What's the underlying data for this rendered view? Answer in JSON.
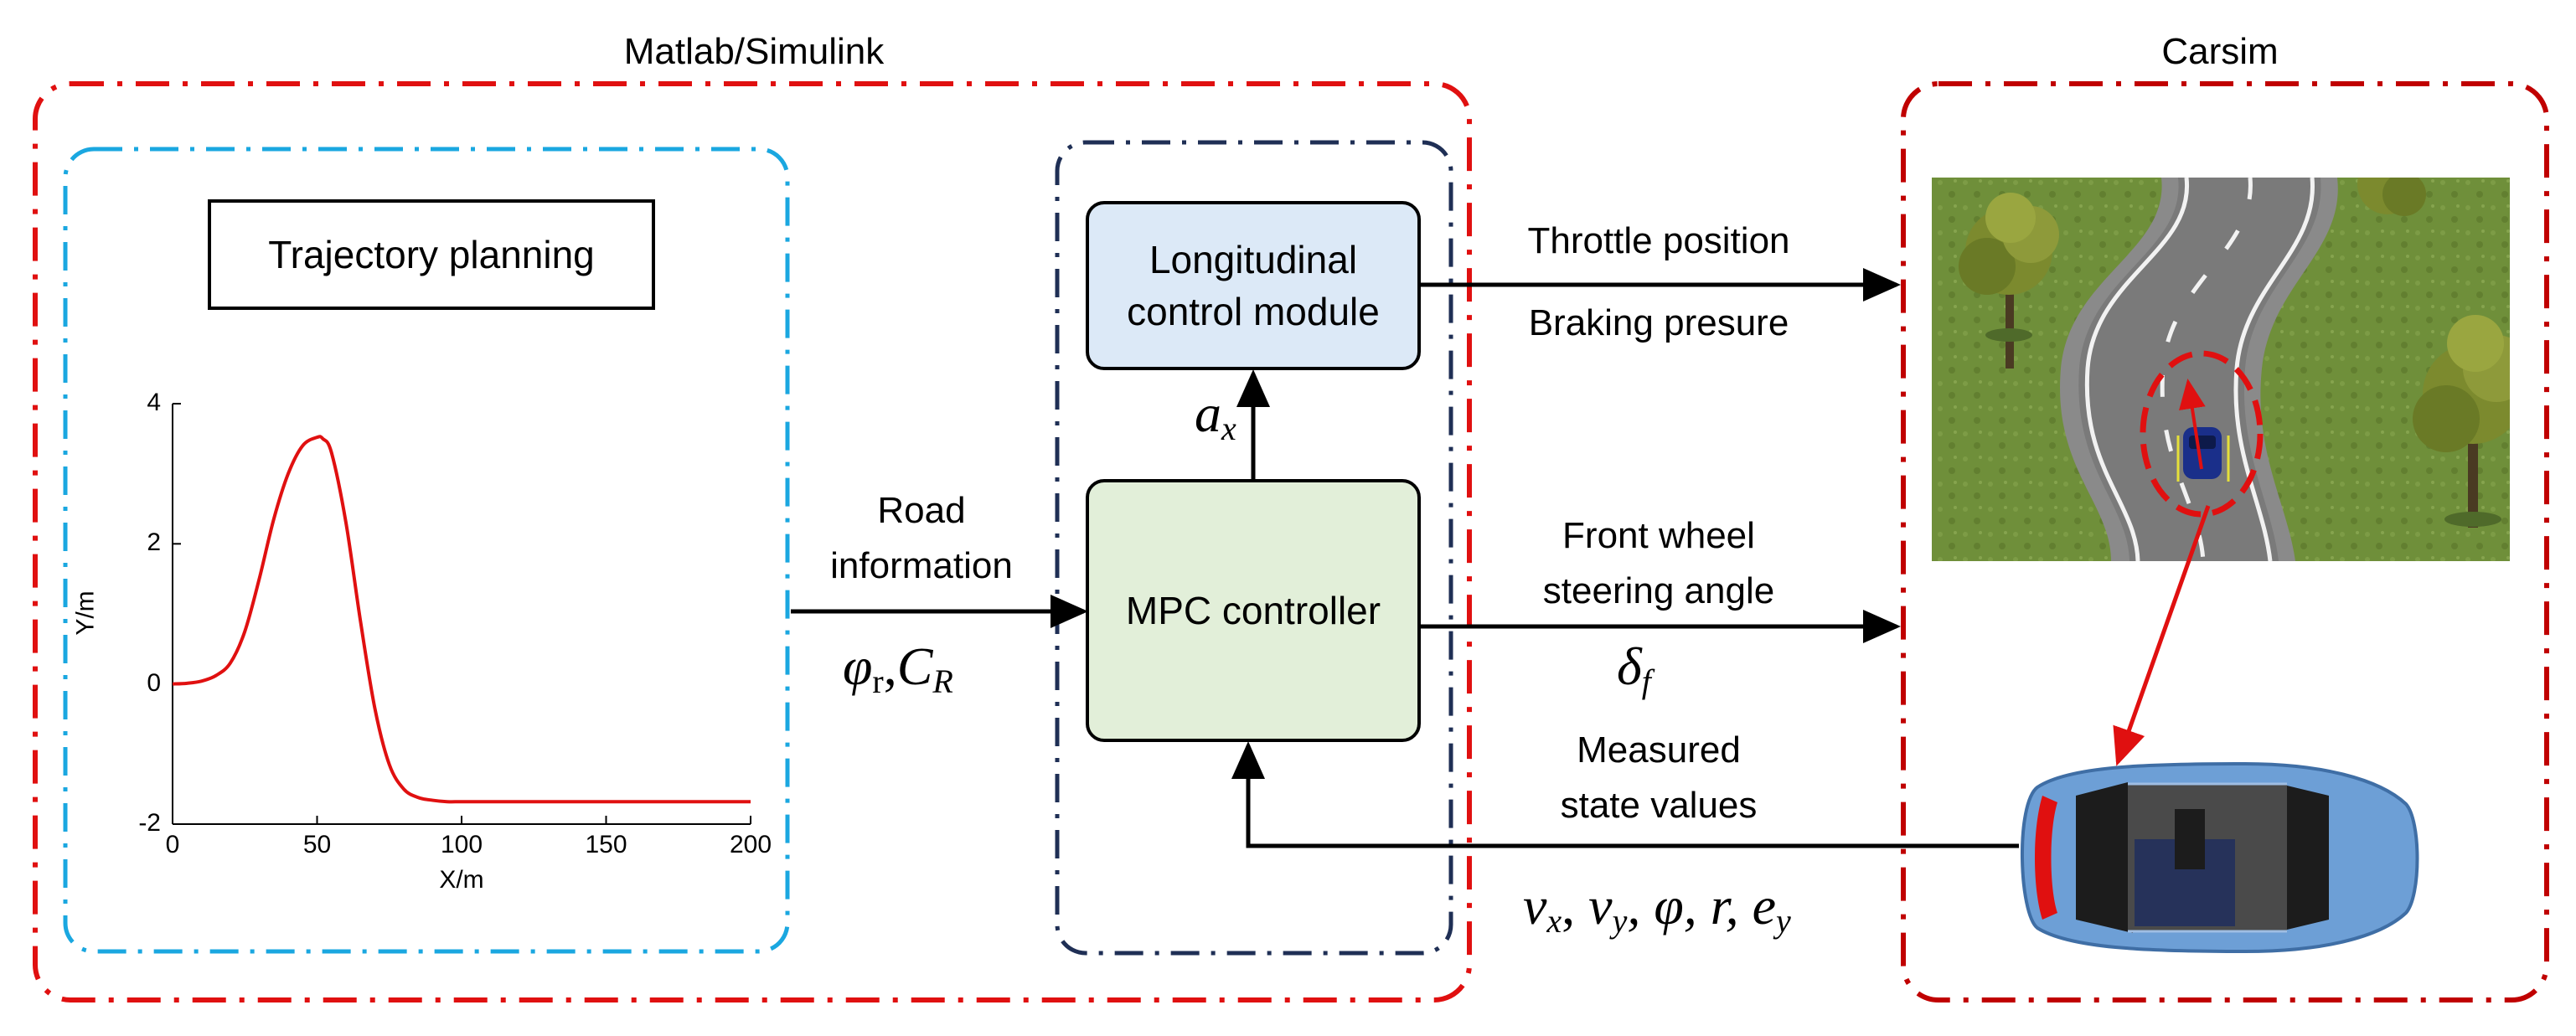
{
  "regions": {
    "matlab_label": "Matlab/Simulink",
    "carsim_label": "Carsim"
  },
  "trajectory": {
    "title": "Trajectory planning",
    "chart_data": {
      "type": "line",
      "xlabel": "X/m",
      "ylabel": "Y/m",
      "xlim": [
        0,
        200
      ],
      "ylim": [
        -2,
        4
      ],
      "xticks": [
        "0",
        "50",
        "100",
        "150",
        "200"
      ],
      "yticks": [
        "-2",
        "0",
        "2",
        "4"
      ],
      "grid": false,
      "series": [
        {
          "color": "#e01010",
          "x": [
            0,
            5,
            10,
            15,
            20,
            25,
            30,
            35,
            40,
            45,
            50,
            52,
            55,
            60,
            65,
            70,
            75,
            80,
            85,
            90,
            95,
            100,
            110,
            120,
            140,
            160,
            180,
            200
          ],
          "y": [
            0,
            0.01,
            0.04,
            0.12,
            0.3,
            0.75,
            1.5,
            2.35,
            3.0,
            3.4,
            3.52,
            3.5,
            3.3,
            2.3,
            0.9,
            -0.35,
            -1.15,
            -1.5,
            -1.62,
            -1.66,
            -1.68,
            -1.68,
            -1.68,
            -1.68,
            -1.68,
            -1.68,
            -1.68,
            -1.68
          ]
        }
      ]
    }
  },
  "controller": {
    "longitudinal_line1": "Longitudinal",
    "longitudinal_line2": "control module",
    "mpc": "MPC controller",
    "colors": {
      "longitudinal_fill": "#dce9f7",
      "mpc_fill": "#e2efd9"
    }
  },
  "signals": {
    "road_info_line1": "Road",
    "road_info_line2": "information",
    "road_info_symbol_phi": "φ",
    "road_info_symbol_phi_sub": "r",
    "road_info_symbol_sep": ",",
    "road_info_symbol_C": "C",
    "road_info_symbol_C_sub": "R",
    "ax_symbol": "a",
    "ax_sub": "x",
    "throttle": "Throttle position",
    "braking": "Braking presure",
    "steer_line1": "Front wheel",
    "steer_line2": "steering angle",
    "delta_symbol": "δ",
    "delta_sub": "f",
    "measured_line1": "Measured",
    "measured_line2": "state values",
    "state_vx": "v",
    "state_vx_sub": "x",
    "state_vy": "v",
    "state_vy_sub": "y",
    "state_rest": ", φ, r, e",
    "state_ey_sub": "y"
  },
  "colors": {
    "matlab_border": "#e01010",
    "trajectory_border": "#1aa7e0",
    "controller_border": "#1f2f55",
    "carsim_border": "#c00000",
    "highlight": "#e01010",
    "car_body": "#6d9fd6",
    "grass": "#6f8f3a",
    "road": "#7f7f7f"
  },
  "icons": [
    "tree-icon",
    "car-top-view-icon",
    "road-scene-image"
  ]
}
